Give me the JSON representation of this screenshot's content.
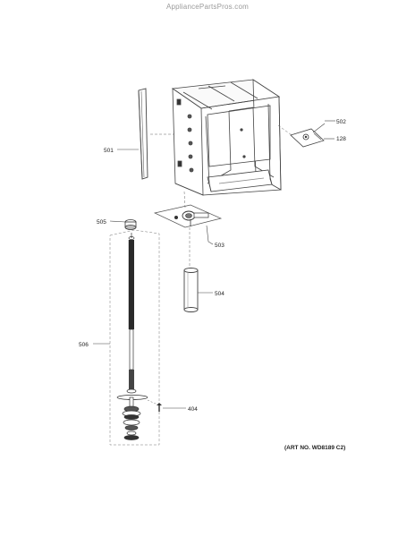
{
  "watermark": "AppliancePartsPros.com",
  "art_number": "(ART NO. WD8189 C2)",
  "callouts": {
    "c501": "501",
    "c502": "502",
    "c128": "128",
    "c503": "503",
    "c504": "504",
    "c505": "505",
    "c506": "506",
    "c404": "404"
  },
  "colors": {
    "line": "#444444",
    "light_line": "#888888",
    "dash": "#666666",
    "fill_dark": "#333333"
  },
  "icons": {
    "tub": "dishwasher-tub-drawing",
    "gasket": "side-gasket-drawing",
    "rod": "threaded-rod-drawing",
    "pump": "pump-motor-drawing"
  }
}
